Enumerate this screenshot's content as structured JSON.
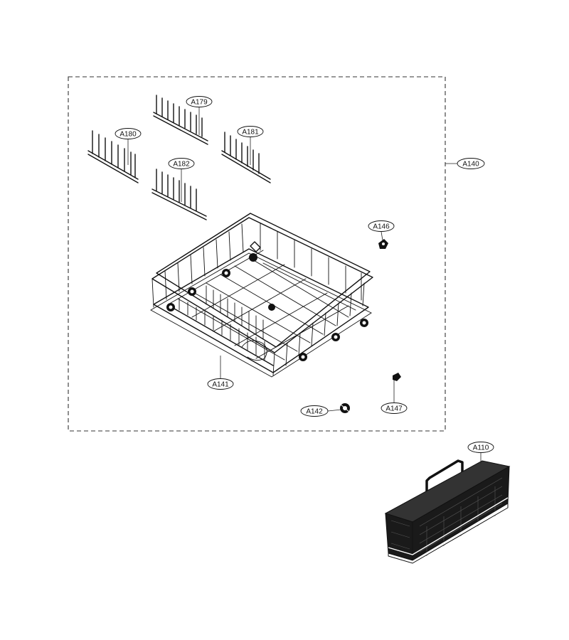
{
  "callouts": {
    "a179": "A179",
    "a180": "A180",
    "a181": "A181",
    "a182": "A182",
    "a140": "A140",
    "a146": "A146",
    "a141": "A141",
    "a147": "A147",
    "a142": "A142",
    "a110": "A110"
  },
  "colors": {
    "line": "#111111",
    "background": "#ffffff",
    "basket_fill": "#1a1a1a"
  }
}
